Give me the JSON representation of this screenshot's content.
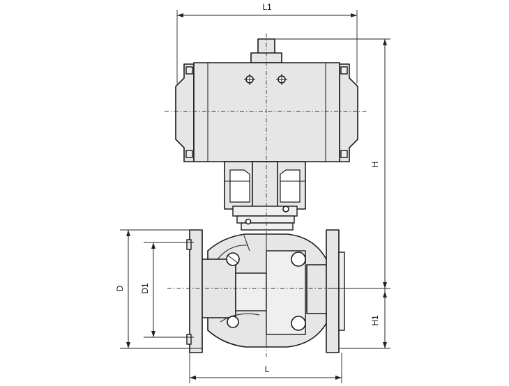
{
  "dimensions": {
    "l1": "L1",
    "h": "H",
    "h1": "H1",
    "d": "D",
    "d1": "D1",
    "l": "L"
  }
}
